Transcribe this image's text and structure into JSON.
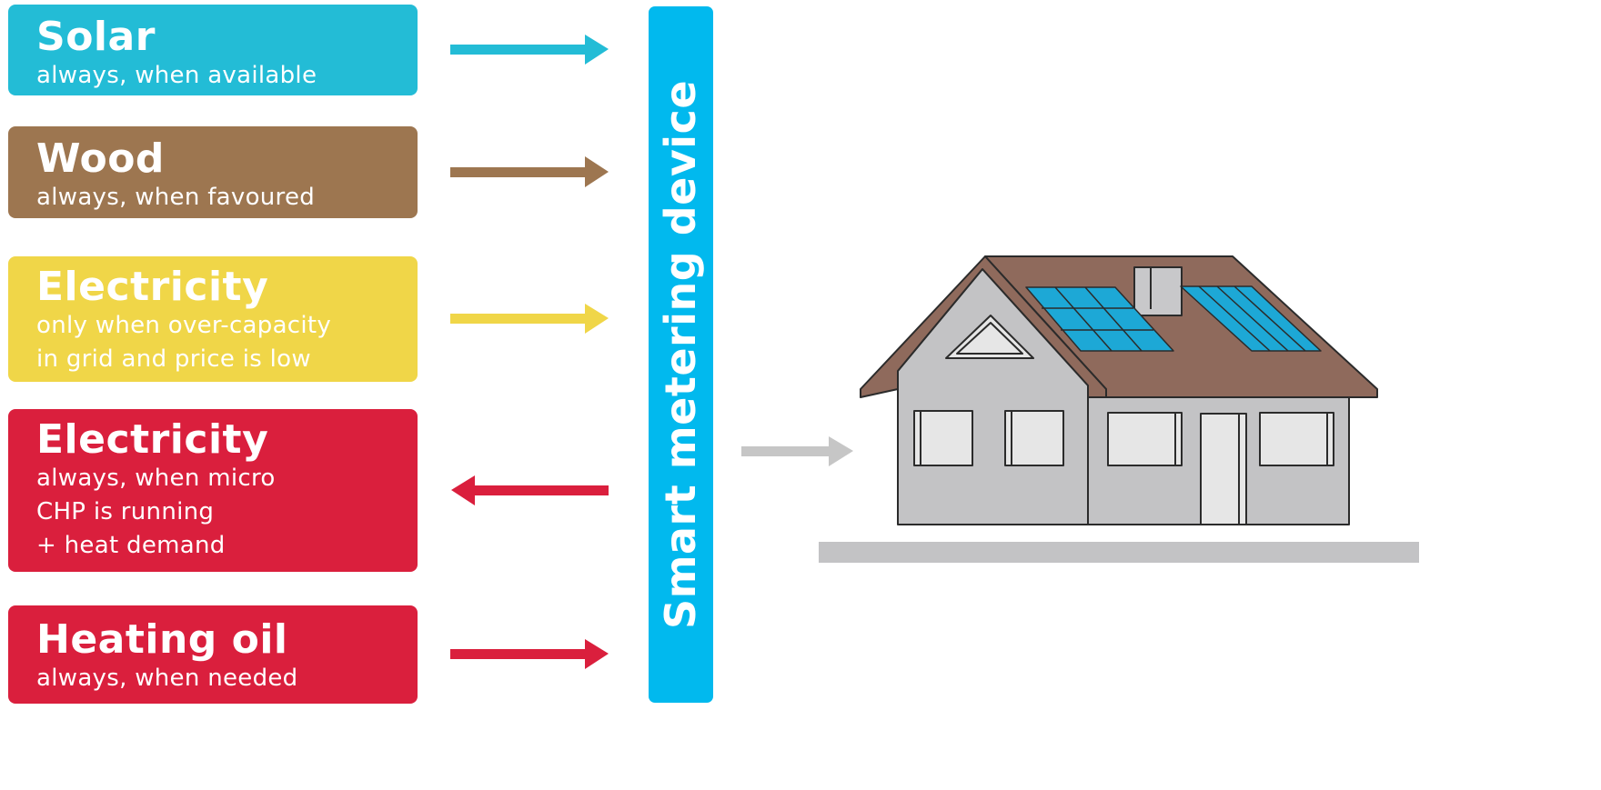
{
  "sources": [
    {
      "id": "solar",
      "title": "Solar",
      "lines": [
        "always, when available"
      ],
      "color": "#23BCD6",
      "direction": "to-meter"
    },
    {
      "id": "wood",
      "title": "Wood",
      "lines": [
        "always, when favoured"
      ],
      "color": "#9D7650",
      "direction": "to-meter"
    },
    {
      "id": "electricity-in",
      "title": "Electricity",
      "lines": [
        "only when over-capacity",
        "in grid and price is low"
      ],
      "color": "#F0D648",
      "direction": "to-meter"
    },
    {
      "id": "electricity-out",
      "title": "Electricity",
      "lines": [
        "always, when micro",
        "CHP is running",
        "+ heat demand"
      ],
      "color": "#DA1F3D",
      "direction": "from-meter"
    },
    {
      "id": "heating-oil",
      "title": "Heating oil",
      "lines": [
        "always, when needed"
      ],
      "color": "#DA1F3D",
      "direction": "to-meter"
    }
  ],
  "meter": {
    "label": "Smart metering device",
    "color": "#01B9EE"
  },
  "house_arrow": {
    "color": "#C6C6C6",
    "direction": "to-house"
  },
  "house": {
    "icon": "house-icon",
    "wall_color": "#C3C3C5",
    "roof_color": "#8F6A5C",
    "panel_color": "#1DA8D6",
    "ground_color": "#C3C3C5"
  }
}
